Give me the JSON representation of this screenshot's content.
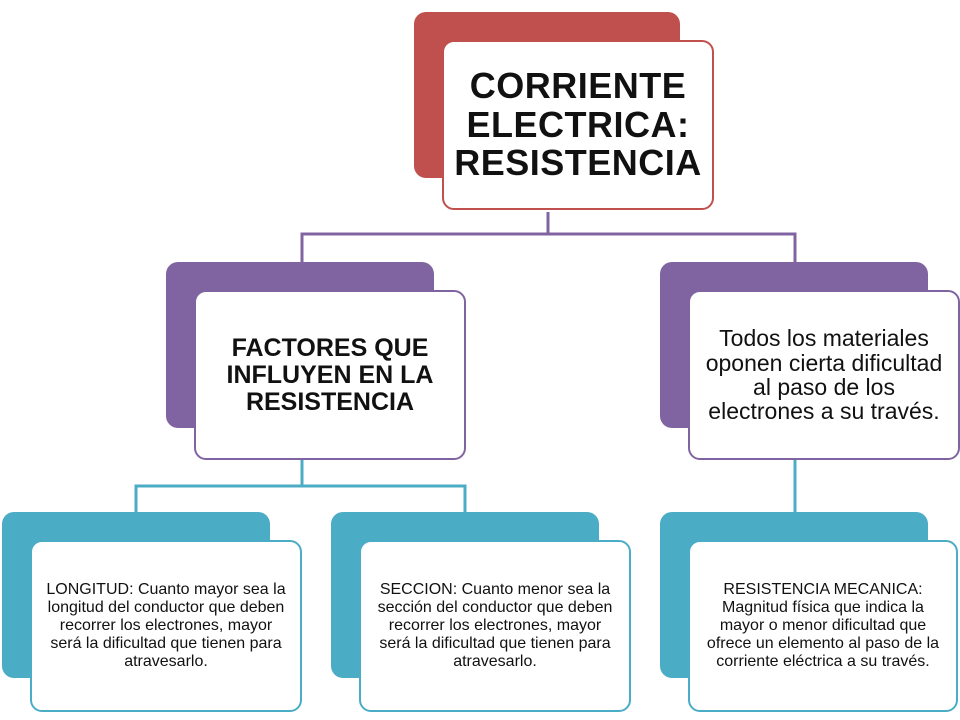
{
  "colors": {
    "red": "#C0504D",
    "purple": "#8064A2",
    "teal": "#4BACC6"
  },
  "root": {
    "text": "CORRIENTE ELECTRICA: RESISTENCIA"
  },
  "factors": {
    "text": "FACTORES QUE INFLUYEN EN LA RESISTENCIA"
  },
  "materials": {
    "text": "Todos los materiales oponen cierta dificultad al paso de los electrones a su través."
  },
  "longitud": {
    "text": "LONGITUD: Cuanto mayor sea la longitud del conductor que deben recorrer los electrones, mayor será la dificultad que tienen para atravesarlo."
  },
  "seccion": {
    "text": "SECCION: Cuanto menor sea la sección del conductor que deben recorrer los electrones, mayor será la dificultad que tienen para atravesarlo."
  },
  "mecanica": {
    "text": "RESISTENCIA MECANICA: Magnitud física que indica la mayor o menor dificultad que ofrece un elemento al paso de la corriente eléctrica a su través."
  }
}
